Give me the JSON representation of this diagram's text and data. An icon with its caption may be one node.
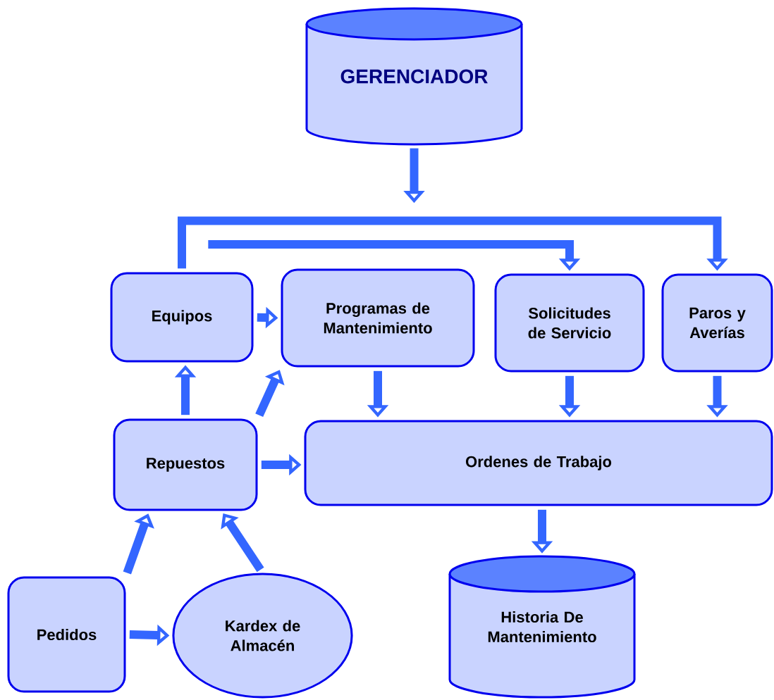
{
  "diagram": {
    "nodes": [
      {
        "text": [
          "GERENCIADOR"
        ]
      },
      {
        "text": [
          "Equipos"
        ]
      },
      {
        "text": [
          "Programas de Mantenimiento"
        ]
      },
      {
        "text": [
          "Solicitudes de Servicio"
        ]
      },
      {
        "text": [
          "Paros y Averías"
        ]
      },
      {
        "text": [
          "Repuestos"
        ]
      },
      {
        "text": [
          "Ordenes de Trabajo"
        ]
      },
      {
        "text": [
          "Pedidos"
        ]
      },
      {
        "text": [
          "Kardex de Almacén"
        ]
      },
      {
        "text": [
          "Historia De Mantenimiento"
        ]
      }
    ],
    "edges": [
      {
        "from": 0,
        "to": null,
        "arrow": "to"
      },
      {
        "from": 1,
        "to": 4,
        "arrow": "to"
      },
      {
        "from": null,
        "to": 3,
        "arrow": "to"
      },
      {
        "from": 1,
        "to": 2,
        "arrow": "to"
      },
      {
        "from": 5,
        "to": 1,
        "arrow": "to"
      },
      {
        "from": 5,
        "to": 2,
        "arrow": "to"
      },
      {
        "from": 5,
        "to": 6,
        "arrow": "to"
      },
      {
        "from": 2,
        "to": 6,
        "arrow": "to"
      },
      {
        "from": 3,
        "to": 6,
        "arrow": "to"
      },
      {
        "from": 4,
        "to": 6,
        "arrow": "to"
      },
      {
        "from": 6,
        "to": 9,
        "arrow": "to"
      },
      {
        "from": 7,
        "to": 5,
        "arrow": "to"
      },
      {
        "from": 8,
        "to": 5,
        "arrow": "to"
      },
      {
        "from": 7,
        "to": 8,
        "arrow": "to"
      }
    ]
  }
}
